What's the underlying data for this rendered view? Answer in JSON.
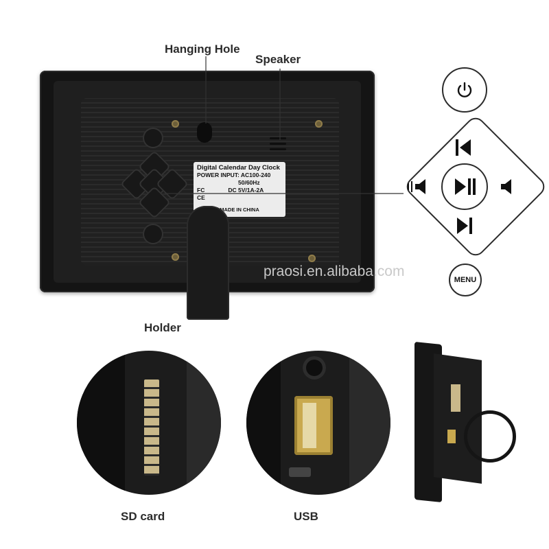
{
  "callouts": {
    "hanging_hole": "Hanging Hole",
    "speaker": "Speaker",
    "holder": "Holder"
  },
  "device_label": {
    "title": "Digital Calendar Day Clock",
    "power_input": "POWER INPUT: AC100-240",
    "frequency": "50/60Hz",
    "dc": "DC 5V/1A-2A",
    "made_in": "MADE IN CHINA",
    "marks": [
      "FC",
      "CE"
    ]
  },
  "watermark": "praosi.en.alibaba.com",
  "controls": {
    "power_icon": "power-icon",
    "prev": "previous-track-icon",
    "play_pause": "play-pause-icon",
    "next": "next-track-icon",
    "vol_down": "volume-down-icon",
    "vol_up": "volume-up-icon",
    "menu_label": "MENU"
  },
  "captions": {
    "sd": "SD card",
    "usb": "USB"
  },
  "colors": {
    "frame": "#141414",
    "port_gold": "#c9a94f"
  }
}
